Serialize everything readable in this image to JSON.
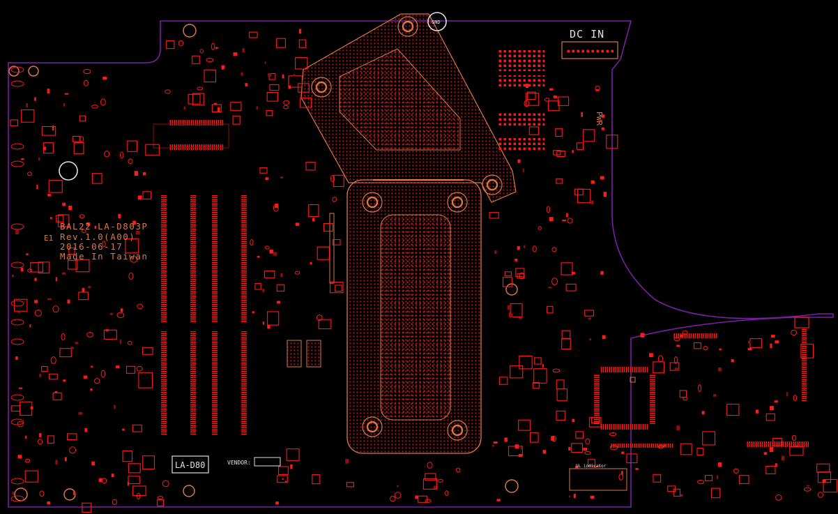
{
  "board": {
    "model": "BAL22",
    "part_number": "LA-D803P",
    "revision": "Rev.1.0(A00)",
    "date": "2016-06-17",
    "origin": "Made In Taiwan",
    "revision_marker": "E1",
    "pcb_code": "LA-D80",
    "vendor_label": "VENDOR:"
  },
  "labels": {
    "dc_in": "DC IN",
    "pwr": "PWR",
    "gnd": "GND",
    "ul_indicator": "UL indicator"
  },
  "colors": {
    "background": "#000000",
    "outline": "#7a1fa2",
    "copper": "#ff1a1a",
    "copper_dark": "#8a0f0f",
    "silkscreen": "#d97a44",
    "text_white": "#e2e2e2"
  }
}
